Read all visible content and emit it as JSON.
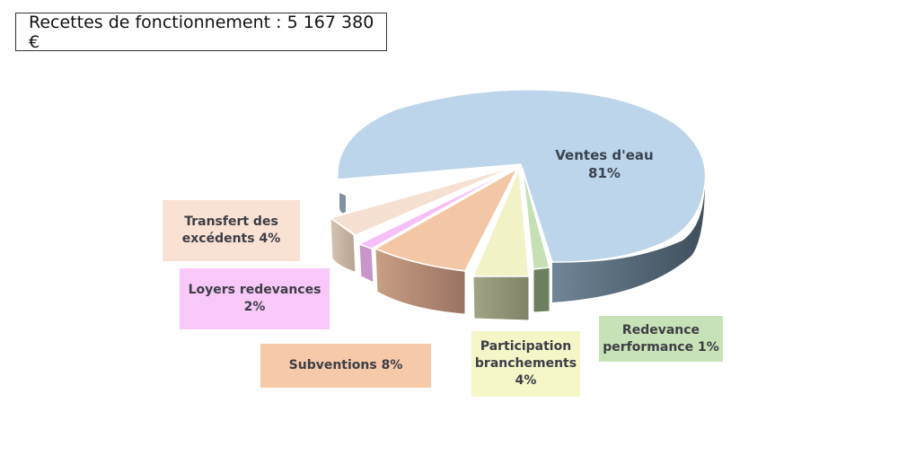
{
  "title": "Recettes de fonctionnement : 5 167 380 €",
  "chart_data": {
    "type": "pie",
    "title": "Recettes de fonctionnement : 5 167 380 €",
    "total": 5167380,
    "currency": "€",
    "style": "3d-exploded",
    "categories": [
      "Ventes d'eau",
      "Redevance performance",
      "Participation branchements",
      "Subventions",
      "Loyers redevances",
      "Transfert des excédents"
    ],
    "values": [
      81,
      1,
      4,
      8,
      2,
      4
    ],
    "unit": "%",
    "colors": [
      "#bcd5ea",
      "#c6dfb4",
      "#f1f3c6",
      "#f3c7a5",
      "#f6bff6",
      "#f5e0d2"
    ],
    "labels": [
      {
        "line1": "Ventes d'eau 81%",
        "line2": ""
      },
      {
        "line1": "Redevance",
        "line2": "performance 1%"
      },
      {
        "line1": "Participation",
        "line2": "branchements",
        "line3": "4%"
      },
      {
        "line1": "Subventions 8%"
      },
      {
        "line1": "Loyers redevances",
        "line2": "2%"
      },
      {
        "line1": "Transfert des",
        "line2": "excédents 4%"
      }
    ]
  }
}
